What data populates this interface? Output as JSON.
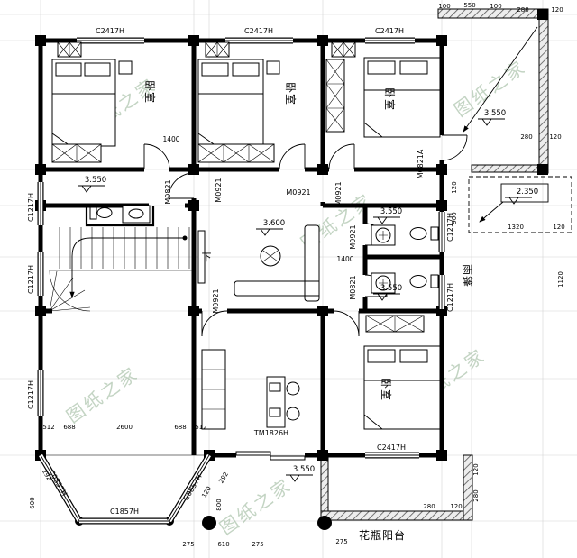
{
  "drawing": {
    "type": "architectural-floor-plan",
    "language": "zh-CN"
  },
  "colors": {
    "wall": "#000000",
    "grid": "#d2d2d2",
    "watermark": "#9cb89c",
    "background": "#ffffff"
  },
  "watermark": {
    "text": "图纸之家"
  },
  "rooms": {
    "bedroom": "卧室",
    "down": "下",
    "flower_balcony": "花瓶阳台",
    "rain_canopy": "雨篷"
  },
  "codes": {
    "c2417h": "C2417H",
    "c1217h": "C1217H",
    "c0857h": "C0857H",
    "c1857h": "C1857H",
    "tm1826h": "TM1826H",
    "m0821": "M0821",
    "m0921": "M0921",
    "m0821a": "M0821A"
  },
  "elevations": {
    "e3550": "3.550",
    "e3600": "3.600",
    "e2350": "2.350"
  },
  "dims": {
    "d100": "100",
    "d550": "550",
    "d280": "280",
    "d120": "120",
    "d1400": "1400",
    "d1320": "1320",
    "d900": "900",
    "d1120": "1120",
    "d512": "512",
    "d688": "688",
    "d2600": "2600",
    "d292": "292",
    "d600": "600",
    "d800": "800",
    "d275": "275",
    "d610": "610"
  }
}
